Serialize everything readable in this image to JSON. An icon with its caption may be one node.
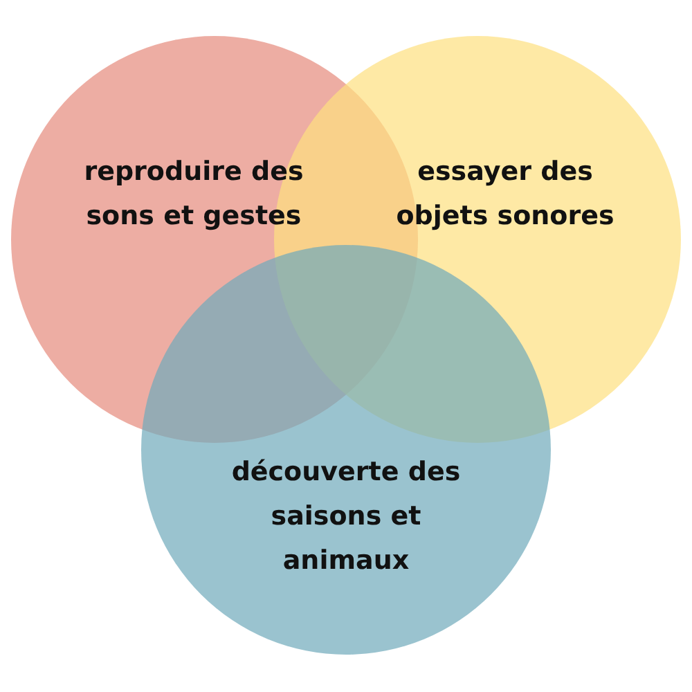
{
  "diagram": {
    "nodes": [
      {
        "text": [
          "reproduire des sons et gestes"
        ]
      },
      {
        "text": [
          "essayer des objets sonores"
        ]
      },
      {
        "text": [
          "découverte des saisons et animaux"
        ]
      }
    ]
  }
}
